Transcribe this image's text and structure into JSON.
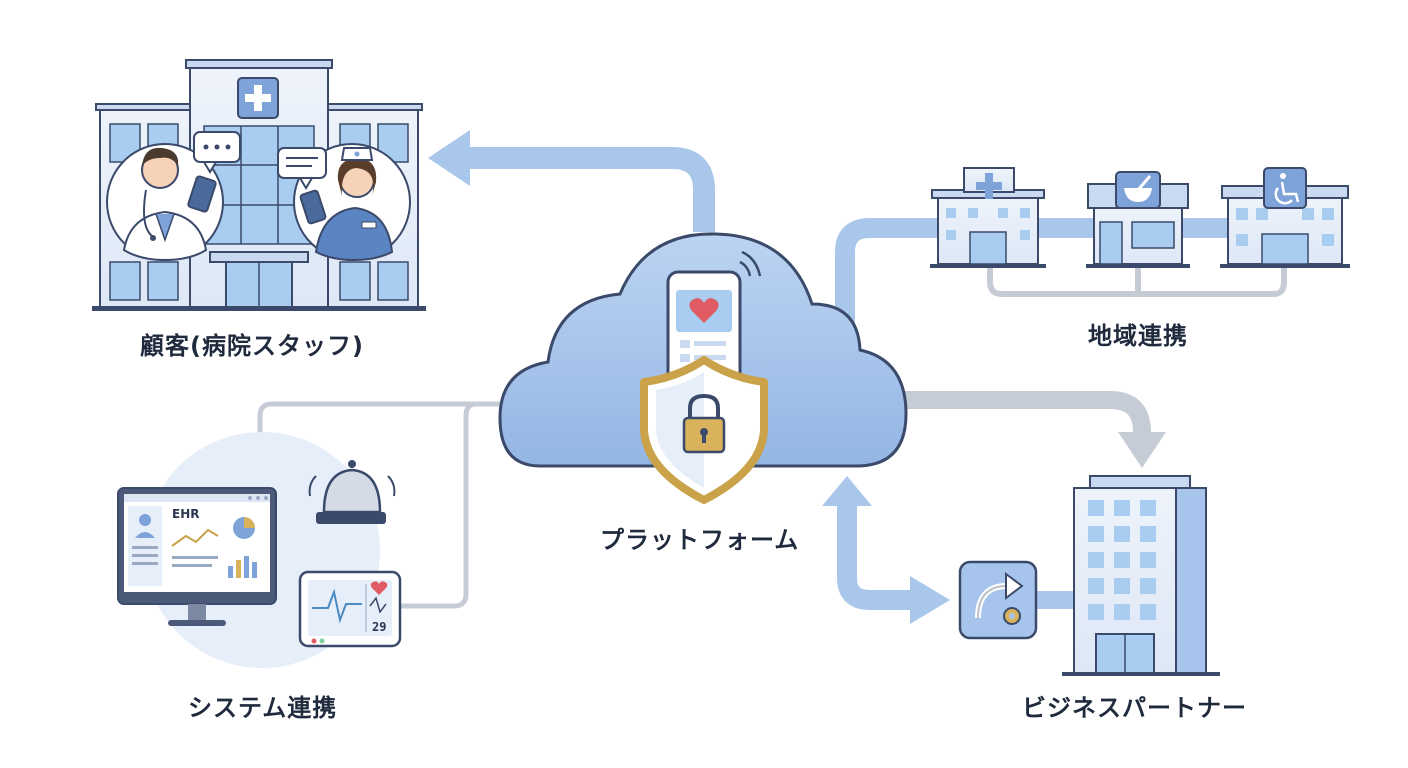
{
  "nodes": {
    "customer": {
      "label": "顧客(病院スタッフ)"
    },
    "regional": {
      "label": "地域連携"
    },
    "platform": {
      "label": "プラットフォーム"
    },
    "system": {
      "label": "システム連携"
    },
    "partner": {
      "label": "ビジネスパートナー"
    }
  },
  "ehr_screen": {
    "title": "EHR"
  },
  "vital_monitor": {
    "reading": "29"
  },
  "icons": {
    "hospital_cross": "cross-icon",
    "pharmacy": "mortar-pestle-icon",
    "care_facility": "wheelchair-icon",
    "integration": "share-gear-icon",
    "security": "lock-shield-icon",
    "alert": "bell-icon",
    "health": "heart-icon",
    "chat": "speech-bubble-icon"
  },
  "colors": {
    "arrow_blue": "#a9c7ea",
    "arrow_gray": "#c6ccd6",
    "cloud_fill": "#a7c5ec",
    "cloud_outline": "#3b4a6b",
    "building_fill": "#e6eefa",
    "glass": "#a9cdf0",
    "shield_gold": "#c9a24a"
  }
}
